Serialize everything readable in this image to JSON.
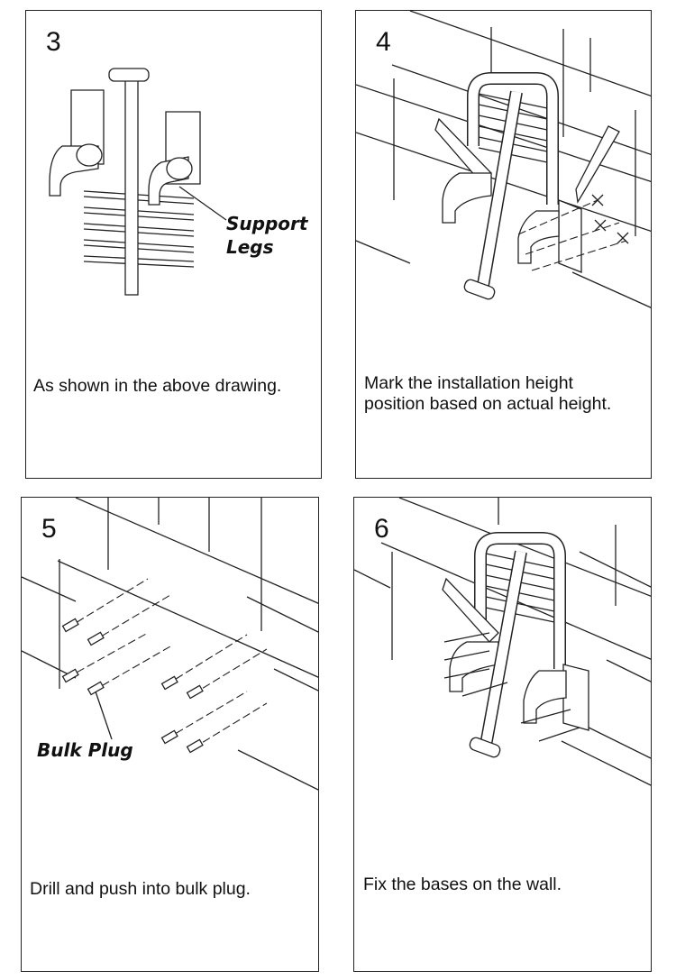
{
  "panels": [
    {
      "step": "3",
      "caption": "As shown in the above drawing.",
      "callout": "Support Legs"
    },
    {
      "step": "4",
      "caption": "Mark the installation height position based on actual height."
    },
    {
      "step": "5",
      "caption": "Drill and push into bulk plug.",
      "callout": "Bulk Plug"
    },
    {
      "step": "6",
      "caption": "Fix the bases on the wall."
    }
  ]
}
